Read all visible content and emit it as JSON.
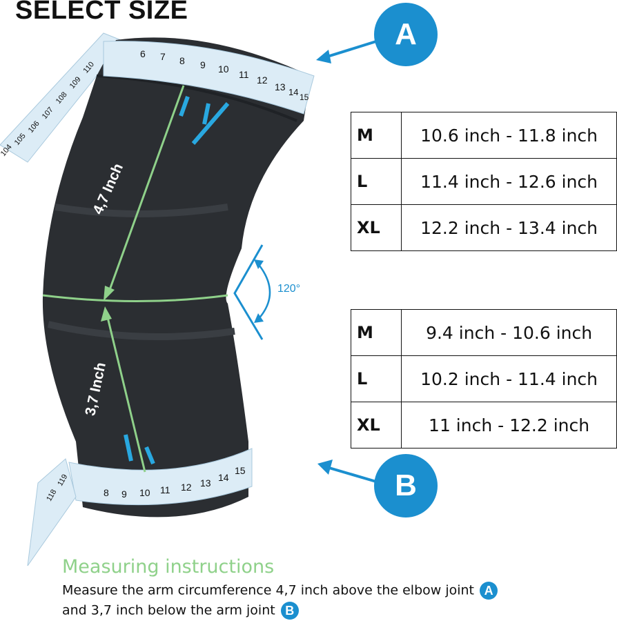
{
  "header": {
    "title": "SELECT SIZE"
  },
  "badges": {
    "a": "A",
    "b": "B"
  },
  "product": {
    "upper_measure": "4,7 Inch",
    "lower_measure": "3,7 Inch",
    "angle": "120°",
    "tape_top_numbers": [
      "6",
      "7",
      "8",
      "9",
      "10",
      "11",
      "12",
      "13",
      "14",
      "15"
    ],
    "tape_top_side_numbers": [
      "110",
      "109",
      "108",
      "107",
      "106",
      "105",
      "104"
    ],
    "tape_bottom_numbers": [
      "8",
      "9",
      "10",
      "11",
      "12",
      "13",
      "14",
      "15"
    ],
    "tape_bottom_side_numbers": [
      "119",
      "118"
    ]
  },
  "size_table_a": {
    "rows": [
      {
        "size": "M",
        "range": "10.6 inch - 11.8 inch"
      },
      {
        "size": "L",
        "range": "11.4 inch - 12.6 inch"
      },
      {
        "size": "XL",
        "range": "12.2 inch - 13.4 inch"
      }
    ]
  },
  "size_table_b": {
    "rows": [
      {
        "size": "M",
        "range": "9.4 inch - 10.6 inch"
      },
      {
        "size": "L",
        "range": "10.2 inch - 11.4 inch"
      },
      {
        "size": "XL",
        "range": "11 inch - 12.2 inch"
      }
    ]
  },
  "instructions": {
    "heading": "Measuring instructions",
    "line1": "Measure the arm circumference 4,7 inch above the elbow joint",
    "line1_badge": "A",
    "line2": "and 3,7 inch below the arm joint",
    "line2_badge": "B"
  },
  "colors": {
    "accent_blue": "#1b8fcf",
    "accent_green": "#8fd18a",
    "sleeve": "#2b2e32"
  }
}
